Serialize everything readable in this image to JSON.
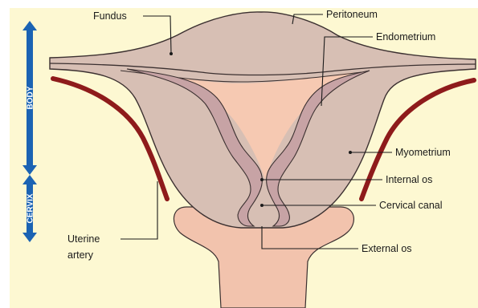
{
  "colors": {
    "panel": "#fdf8d2",
    "myometrium": "#d7bfb4",
    "myometrium_outline": "#3b3030",
    "endometrium": "#c7a3a5",
    "canal": "#f6c9b2",
    "vagina": "#f2c3ad",
    "artery": "#8e1b1b",
    "arrow": "#1b63b3"
  },
  "labels": {
    "fundus": "Fundus",
    "peritoneum": "Peritoneum",
    "endometrium": "Endometrium",
    "myometrium": "Myometrium",
    "internal_os": "Internal os",
    "cervical_canal": "Cervical canal",
    "external_os": "External os",
    "uterine_artery_line1": "Uterine",
    "uterine_artery_line2": "artery"
  },
  "regions": {
    "body": "BODY",
    "cervix": "CERVIX"
  }
}
